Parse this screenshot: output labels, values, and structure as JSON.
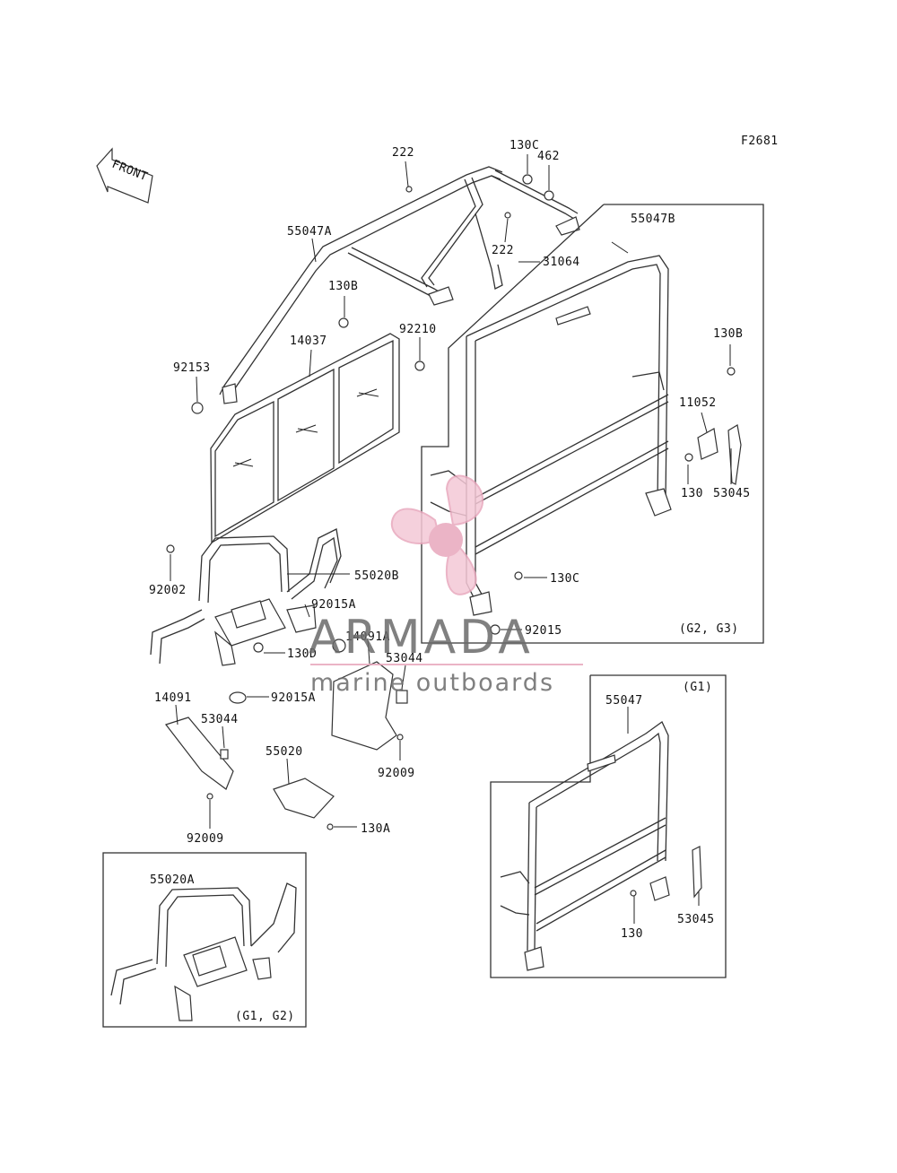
{
  "figure_code": "F2681",
  "front_arrow": "FRONT",
  "watermark": {
    "brand": "ARMADA",
    "tagline": "marine outboards",
    "accent_color": "#e8a7bd"
  },
  "group_labels": {
    "g2g3": "(G2, G3)",
    "g1": "(G1)",
    "g1g2": "(G1, G2)"
  },
  "labels": {
    "p222a": "222",
    "p130c_top": "130C",
    "p462": "462",
    "p55047a": "55047A",
    "p55047b": "55047B",
    "p222b": "222",
    "p31064": "31064",
    "p130b_left": "130B",
    "p92210": "92210",
    "p14037": "14037",
    "p92153": "92153",
    "p130b_right": "130B",
    "p11052": "11052",
    "p130_right": "130",
    "p53045_right": "53045",
    "p92002": "92002",
    "p55020b": "55020B",
    "p92015a_top": "92015A",
    "p130c_mid": "130C",
    "p92015": "92015",
    "p130d": "130D",
    "p14091a": "14091A",
    "p53044_a": "53044",
    "p14091": "14091",
    "p92015a_low": "92015A",
    "p53044_b": "53044",
    "p55020": "55020",
    "p92009_a": "92009",
    "p130a": "130A",
    "p92009_b": "92009",
    "p55047": "55047",
    "p53045_low": "53045",
    "p130_low": "130",
    "p55020a": "55020A"
  }
}
